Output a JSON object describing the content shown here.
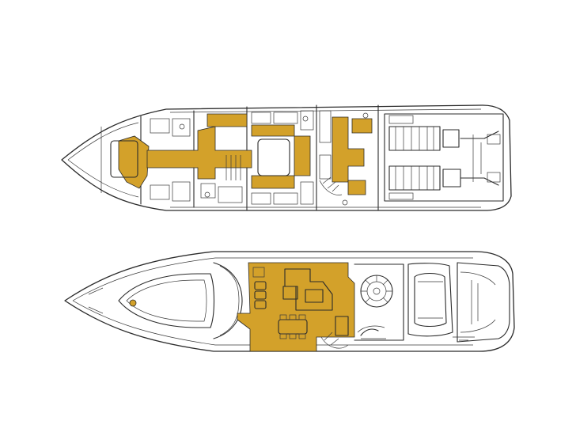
{
  "diagram": {
    "type": "yacht-deck-plan",
    "decks": [
      "lower-deck",
      "main-deck"
    ],
    "colors": {
      "highlight": "#d3a12a",
      "line": "#2b2b2b",
      "background": "#ffffff"
    }
  }
}
